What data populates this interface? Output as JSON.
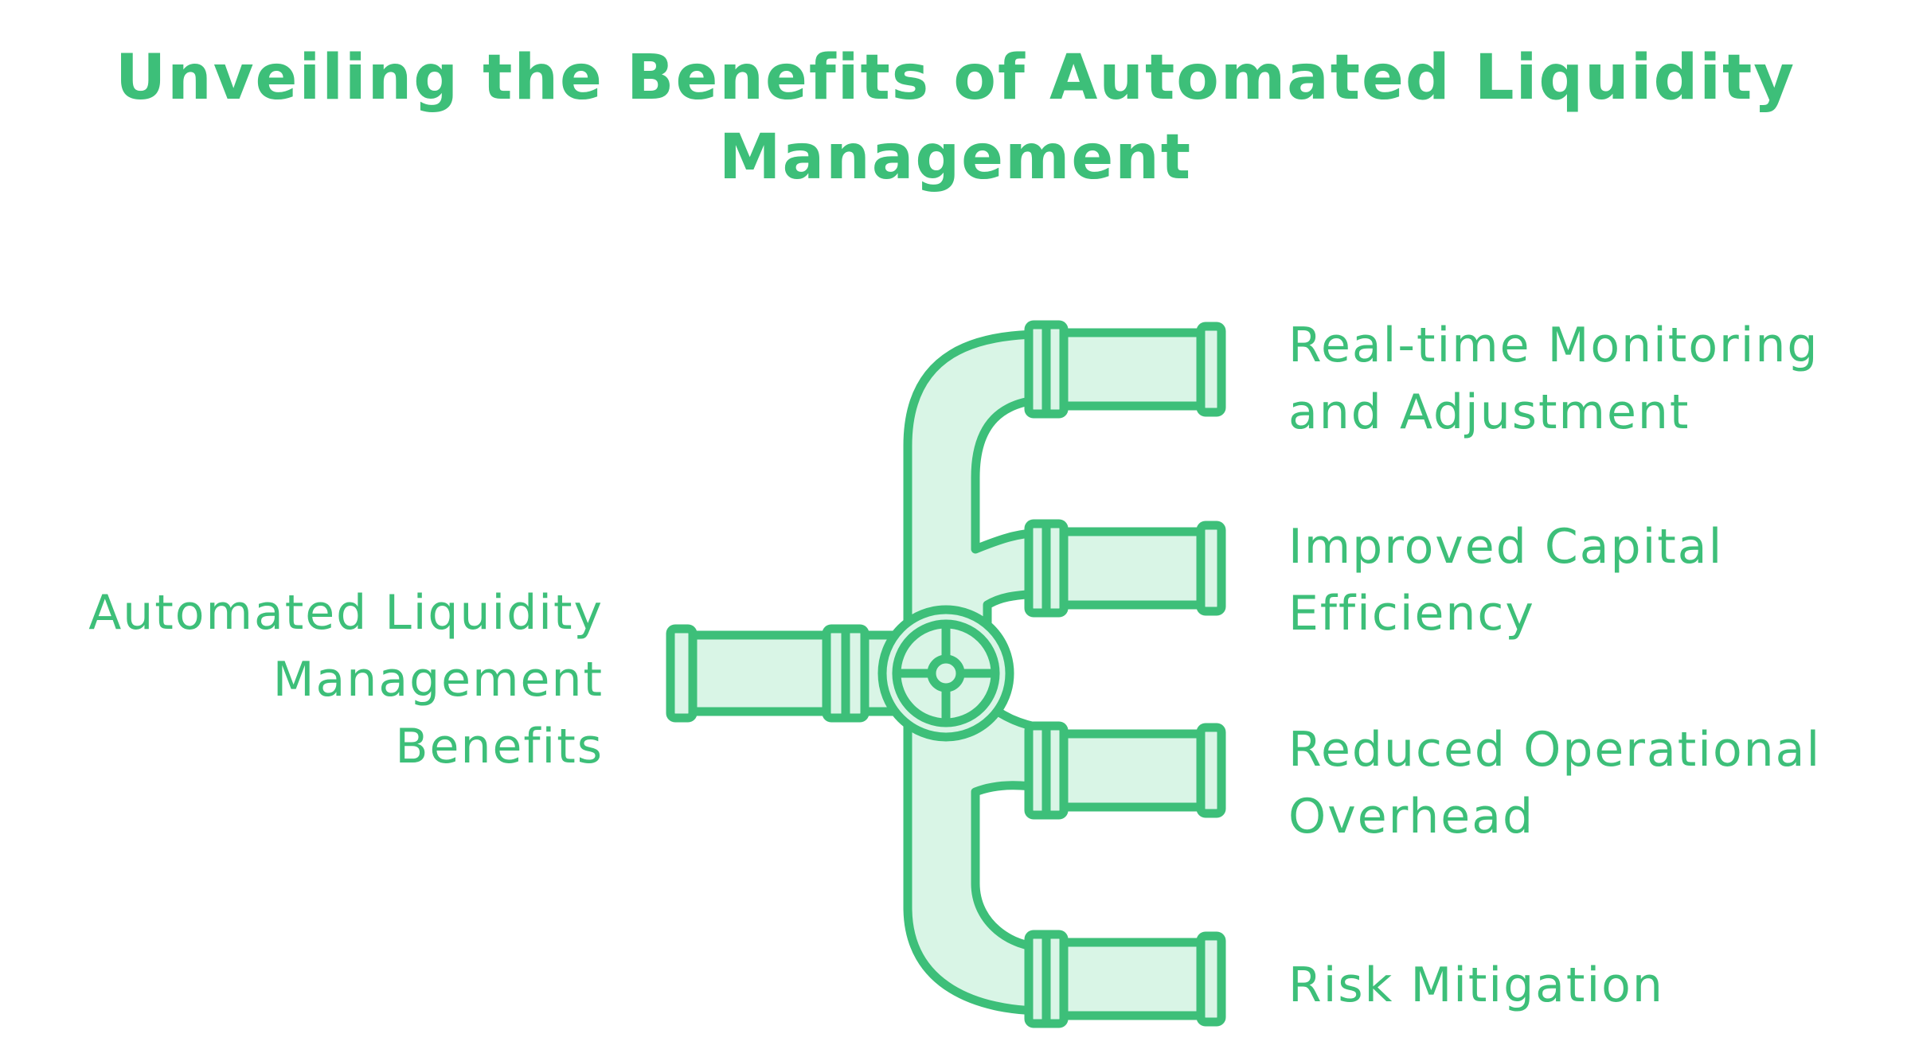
{
  "title": {
    "line1": "Unveiling the Benefits of Automated Liquidity",
    "line2": "Management"
  },
  "source": {
    "line1": "Automated Liquidity",
    "line2": "Management",
    "line3": "Benefits"
  },
  "benefits": [
    {
      "line1": "Real-time Monitoring",
      "line2": "and Adjustment"
    },
    {
      "line1": "Improved Capital",
      "line2": "Efficiency"
    },
    {
      "line1": "Reduced Operational",
      "line2": "Overhead"
    },
    {
      "line1": "Risk Mitigation",
      "line2": ""
    }
  ],
  "colors": {
    "stroke": "#3dbf79",
    "fill": "#d9f5e6",
    "text": "#3dbf79"
  }
}
